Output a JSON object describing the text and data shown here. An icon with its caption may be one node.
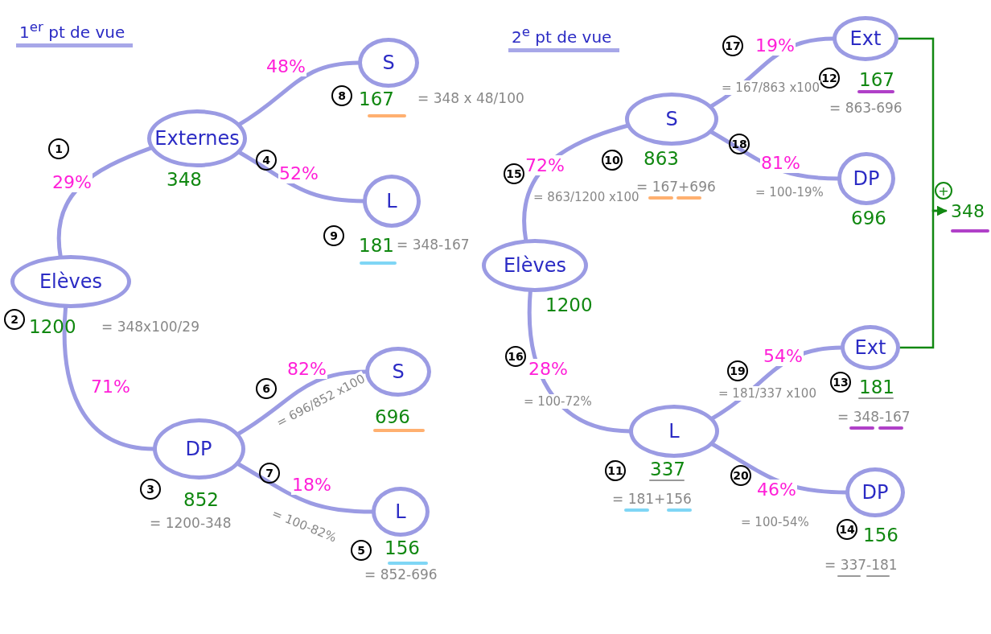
{
  "diagram": {
    "nodes": [
      {
        "text": [
          "Elèves"
        ],
        "beside": [
          "1200",
          "= 348x100/29"
        ]
      },
      {
        "text": [
          "Externes"
        ],
        "beside": [
          "348"
        ]
      },
      {
        "text": [
          "DP"
        ],
        "beside": [
          "852",
          "= 1200-348"
        ]
      },
      {
        "text": [
          "S"
        ],
        "beside": [
          "167",
          "= 348 x 48/100"
        ]
      },
      {
        "text": [
          "L"
        ],
        "beside": [
          "181",
          "= 348-167"
        ]
      },
      {
        "text": [
          "S"
        ],
        "beside": [
          "696"
        ]
      },
      {
        "text": [
          "L"
        ],
        "beside": [
          "156",
          "= 852-696"
        ]
      },
      {
        "text": [
          "Elèves"
        ],
        "beside": [
          "1200"
        ]
      },
      {
        "text": [
          "S"
        ],
        "beside": [
          "863",
          "= 167+696"
        ]
      },
      {
        "text": [
          "L"
        ],
        "beside": [
          "337",
          "= 181+156"
        ]
      },
      {
        "text": [
          "Ext"
        ],
        "beside": [
          "167",
          "= 863-696"
        ]
      },
      {
        "text": [
          "DP"
        ],
        "beside": [
          "696"
        ]
      },
      {
        "text": [
          "Ext"
        ],
        "beside": [
          "181",
          "= 348-167"
        ]
      },
      {
        "text": [
          "DP"
        ],
        "beside": [
          "156",
          "= 337-181"
        ]
      },
      {
        "text": [
          "348"
        ]
      }
    ],
    "edges": [
      {
        "from": 0,
        "to": 1,
        "arrow": "none",
        "label": "29%"
      },
      {
        "from": 0,
        "to": 2,
        "arrow": "none",
        "label": "71%"
      },
      {
        "from": 1,
        "to": 3,
        "arrow": "none",
        "label": "48%"
      },
      {
        "from": 1,
        "to": 4,
        "arrow": "none",
        "label": "52%"
      },
      {
        "from": 2,
        "to": 5,
        "arrow": "none",
        "label": "82%"
      },
      {
        "from": 2,
        "to": 6,
        "arrow": "none",
        "label": "18%"
      },
      {
        "from": 7,
        "to": 8,
        "arrow": "none",
        "label": "72%"
      },
      {
        "from": 7,
        "to": 9,
        "arrow": "none",
        "label": "28%"
      },
      {
        "from": 8,
        "to": 10,
        "arrow": "none",
        "label": "19%"
      },
      {
        "from": 8,
        "to": 11,
        "arrow": "none",
        "label": "81%"
      },
      {
        "from": 9,
        "to": 12,
        "arrow": "none",
        "label": "54%"
      },
      {
        "from": 9,
        "to": 13,
        "arrow": "none",
        "label": "46%"
      },
      {
        "from": 10,
        "to": 14,
        "arrow": "to",
        "color": "#118811"
      },
      {
        "from": 12,
        "to": 14,
        "arrow": "to",
        "color": "#118811"
      }
    ],
    "labels": [
      "1$^{er}$ pt de vue",
      "2$^{e}$ pt de vue",
      "1",
      "2",
      "3",
      "4",
      "5",
      "6",
      "7",
      "8",
      "9",
      "10",
      "11",
      "12",
      "13",
      "14",
      "15",
      "16",
      "17",
      "18",
      "19",
      "20",
      "= 696/852 x100",
      "= 100-82%",
      "= 863/1200 x100",
      "= 100-72%",
      "= 167/863 x100",
      "= 100-19%",
      "= 181/337 x100",
      "= 100-54%",
      "+"
    ]
  }
}
